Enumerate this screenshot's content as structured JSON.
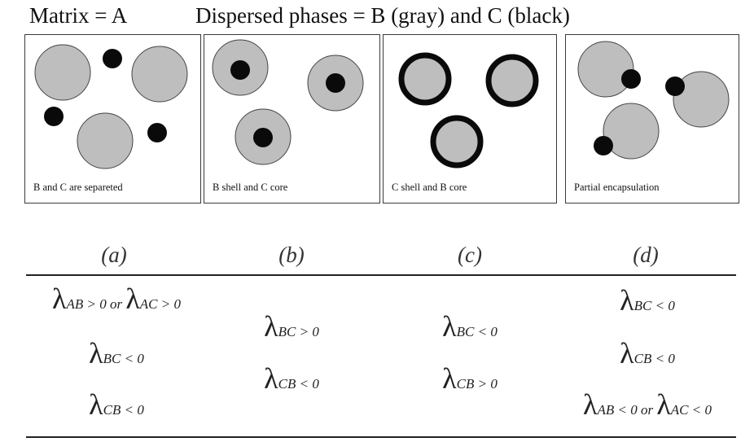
{
  "title_left": "Matrix = A",
  "title_right": "Dispersed phases = B (gray) and C (black)",
  "colors": {
    "gray_phase": "#bebebe",
    "black_phase": "#0a0a0a",
    "outline": "#444444"
  },
  "panels": [
    {
      "caption": "B and C are separeted",
      "label": "(a)"
    },
    {
      "caption": "B shell and C core",
      "label": "(b)"
    },
    {
      "caption": "C shell and B core",
      "label": "(c)"
    },
    {
      "caption": "Partial encapsulation",
      "label": "(d)"
    }
  ],
  "conditions": {
    "a": [
      {
        "sym1": "λ",
        "sub1": "AB",
        "rel1": " > 0 or ",
        "sym2": "λ",
        "sub2": "AC",
        "rel2": " > 0"
      },
      {
        "sym1": "λ",
        "sub1": "BC",
        "rel1": " < 0"
      },
      {
        "sym1": "λ",
        "sub1": "CB",
        "rel1": " < 0"
      }
    ],
    "b": [
      {
        "sym1": "λ",
        "sub1": "BC",
        "rel1": " > 0"
      },
      {
        "sym1": "λ",
        "sub1": "CB",
        "rel1": " < 0"
      }
    ],
    "c": [
      {
        "sym1": "λ",
        "sub1": "BC",
        "rel1": " < 0"
      },
      {
        "sym1": "λ",
        "sub1": "CB",
        "rel1": " > 0"
      }
    ],
    "d": [
      {
        "sym1": "λ",
        "sub1": "BC",
        "rel1": " < 0"
      },
      {
        "sym1": "λ",
        "sub1": "CB",
        "rel1": " < 0"
      },
      {
        "sym1": "λ",
        "sub1": "AB",
        "rel1": " < 0 or ",
        "sym2": "λ",
        "sub2": "AC",
        "rel2": " < 0"
      }
    ]
  }
}
